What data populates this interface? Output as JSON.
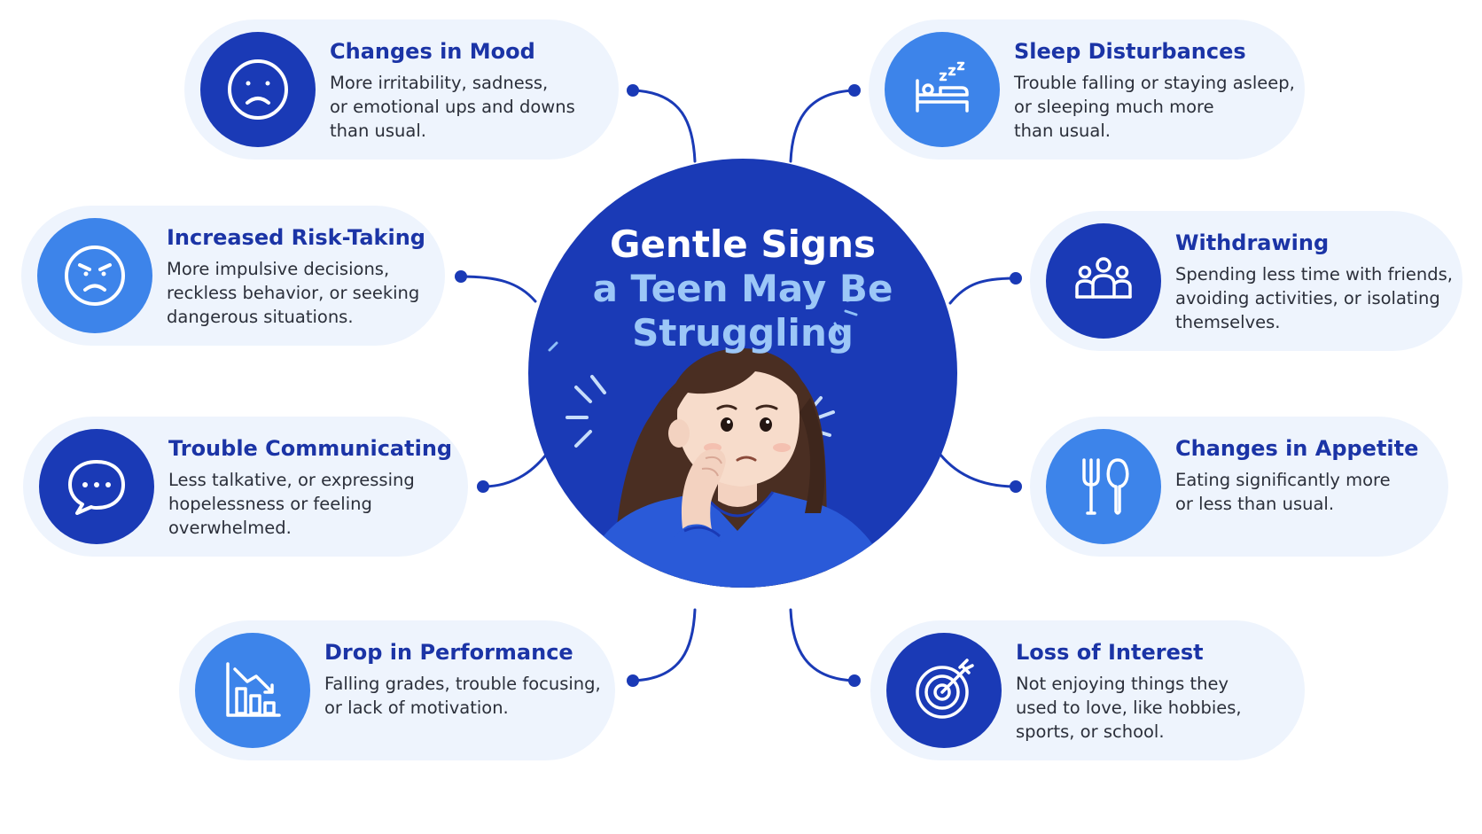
{
  "title": {
    "line1": "Gentle Signs",
    "line2": "a Teen May Be",
    "line3": "Struggling"
  },
  "colors": {
    "navy": "#1a3ab6",
    "bright_blue": "#3d84ea",
    "card_bg": "#eef4fd",
    "title_text": "#1b34a6",
    "title_light": "#9cc7f7"
  },
  "signs": [
    {
      "id": "mood",
      "icon": "sad-face-icon",
      "icon_style": "dark",
      "title": "Changes in Mood",
      "desc": [
        "More irritability, sadness,",
        "or emotional ups and downs",
        "than usual."
      ]
    },
    {
      "id": "sleep",
      "icon": "bed-zzz-icon",
      "icon_style": "light",
      "title": "Sleep Disturbances",
      "desc": [
        "Trouble falling or staying asleep,",
        "or sleeping much more",
        "than usual."
      ]
    },
    {
      "id": "risk",
      "icon": "angry-face-icon",
      "icon_style": "light",
      "title": "Increased Risk-Taking",
      "desc": [
        "More impulsive decisions,",
        "reckless behavior, or seeking",
        "dangerous situations."
      ]
    },
    {
      "id": "withdraw",
      "icon": "group-people-icon",
      "icon_style": "dark",
      "title": "Withdrawing",
      "desc": [
        "Spending less time with friends,",
        "avoiding activities, or isolating",
        "themselves."
      ]
    },
    {
      "id": "communicate",
      "icon": "speech-bubble-icon",
      "icon_style": "dark",
      "title": "Trouble Communicating",
      "desc": [
        "Less talkative, or expressing",
        "hopelessness or feeling",
        "overwhelmed."
      ]
    },
    {
      "id": "appetite",
      "icon": "fork-spoon-icon",
      "icon_style": "light",
      "title": "Changes in Appetite",
      "desc": [
        "Eating significantly more",
        "or less than usual."
      ]
    },
    {
      "id": "performance",
      "icon": "declining-chart-icon",
      "icon_style": "light",
      "title": "Drop in Performance",
      "desc": [
        "Falling grades, trouble focusing,",
        "or lack of motivation."
      ]
    },
    {
      "id": "interest",
      "icon": "target-dart-icon",
      "icon_style": "dark",
      "title": "Loss of Interest",
      "desc": [
        "Not enjoying things they",
        "used to love, like hobbies,",
        "sports, or school."
      ]
    }
  ]
}
